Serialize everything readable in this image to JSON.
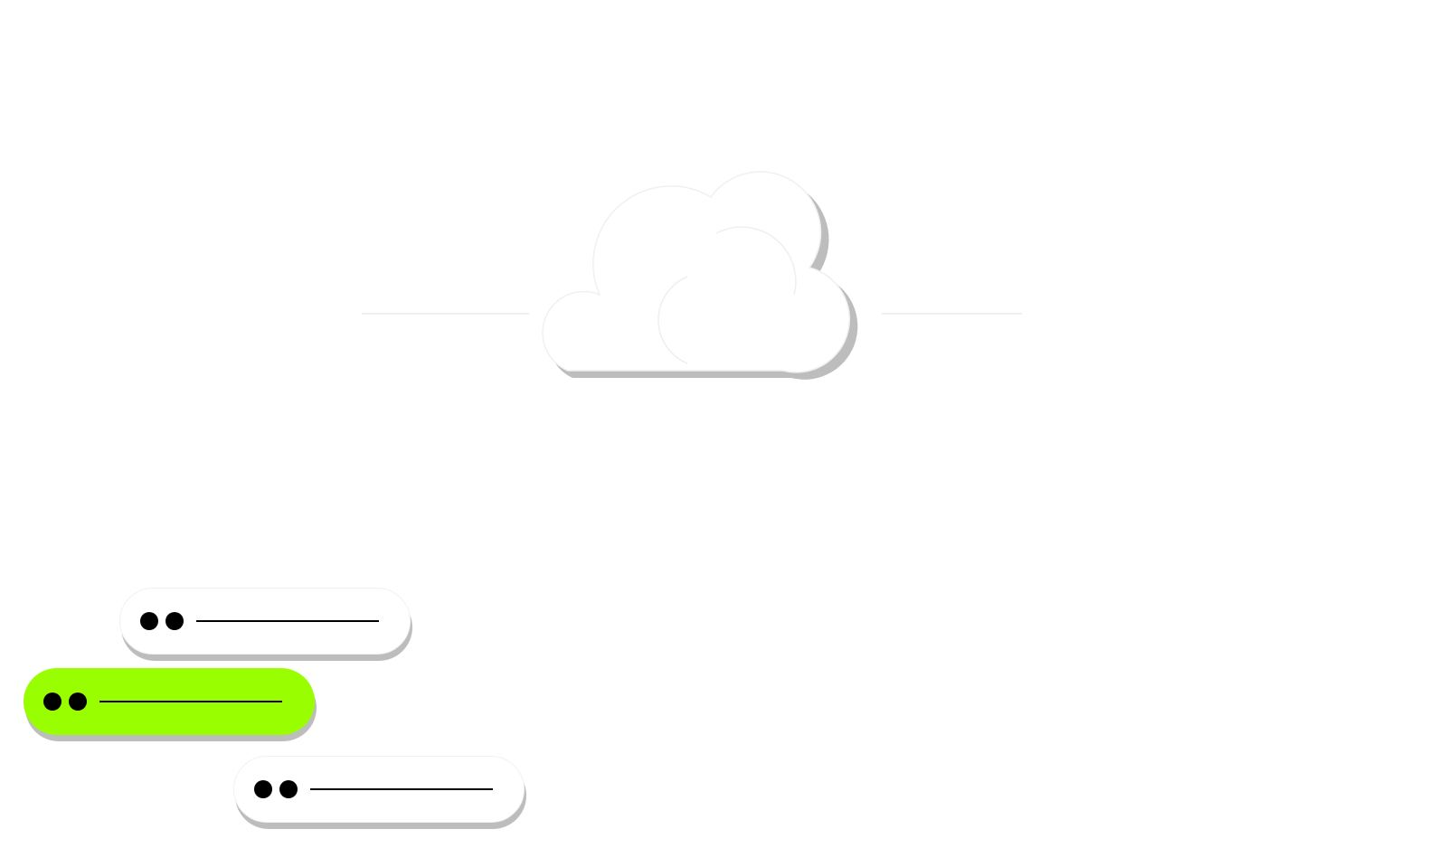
{
  "diagram": {
    "cloud": {
      "icon": "cloud-icon",
      "fill": "#ffffff",
      "shadow": "#bdbdbd"
    },
    "connectors": {
      "color": "#f0f0f0"
    },
    "nodes": [
      {
        "icon": "dots-icon",
        "style": "white",
        "fill": "#ffffff",
        "shadow": "#bdbdbd"
      },
      {
        "icon": "dots-icon",
        "style": "highlight",
        "fill": "#99ff00",
        "shadow": "#bdbdbd"
      },
      {
        "icon": "dots-icon",
        "style": "white",
        "fill": "#ffffff",
        "shadow": "#bdbdbd"
      }
    ]
  }
}
